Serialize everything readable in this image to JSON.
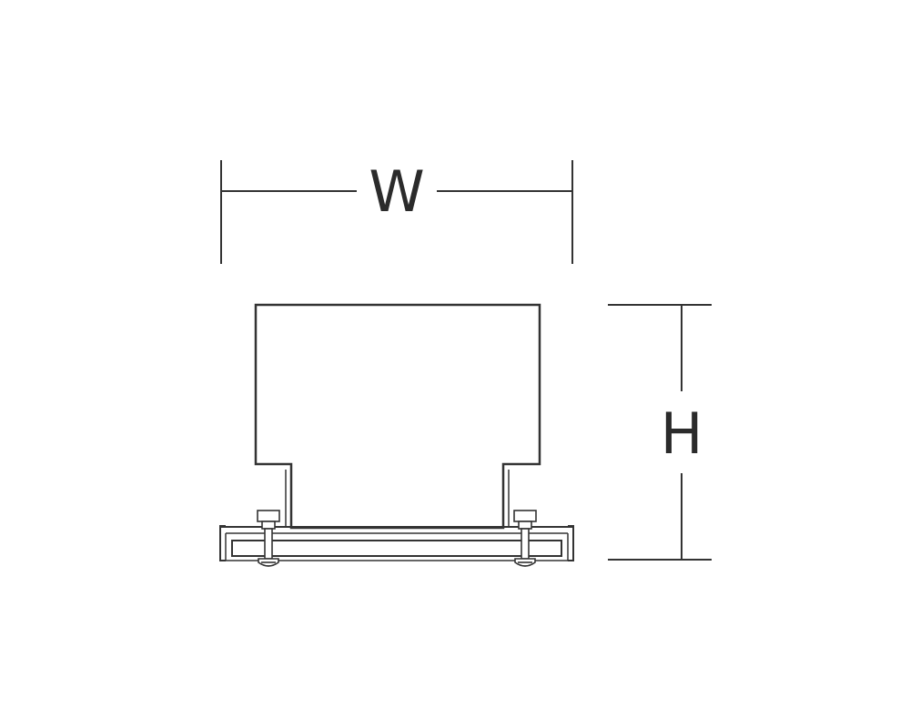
{
  "diagram": {
    "type": "dimension-drawing",
    "dimensions": {
      "width_label": "W",
      "height_label": "H"
    },
    "colors": {
      "line": "#333333",
      "background": "#ffffff"
    },
    "parts": [
      "housing",
      "mounting-rail",
      "left-bolt",
      "right-bolt"
    ]
  }
}
